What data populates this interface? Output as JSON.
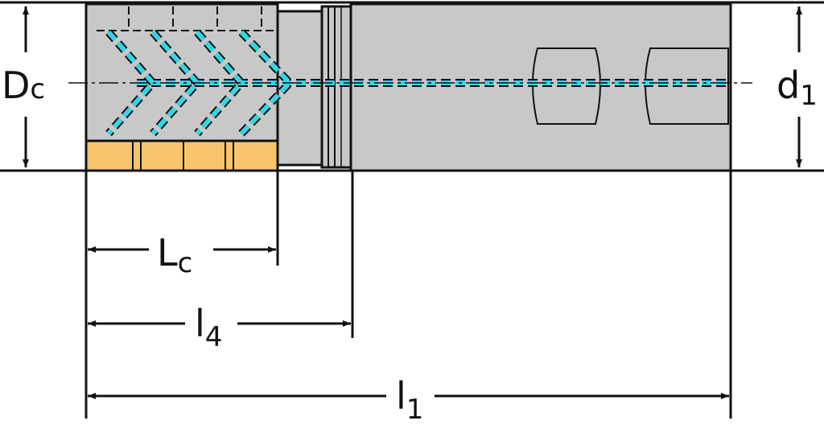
{
  "dimensions": {
    "cutting_diameter": {
      "main": "D",
      "sub": "c"
    },
    "shank_diameter": {
      "main": "d",
      "sub": "1"
    },
    "cutting_length": {
      "main": "L",
      "sub": "c"
    },
    "length_l4": {
      "main": "l",
      "sub": "4"
    },
    "overall_length": {
      "main": "l",
      "sub": "1"
    }
  },
  "colors": {
    "body": "#c8c8c8",
    "insert": "#f7c56b",
    "coolant": "#33d6e6",
    "line": "#111111"
  }
}
